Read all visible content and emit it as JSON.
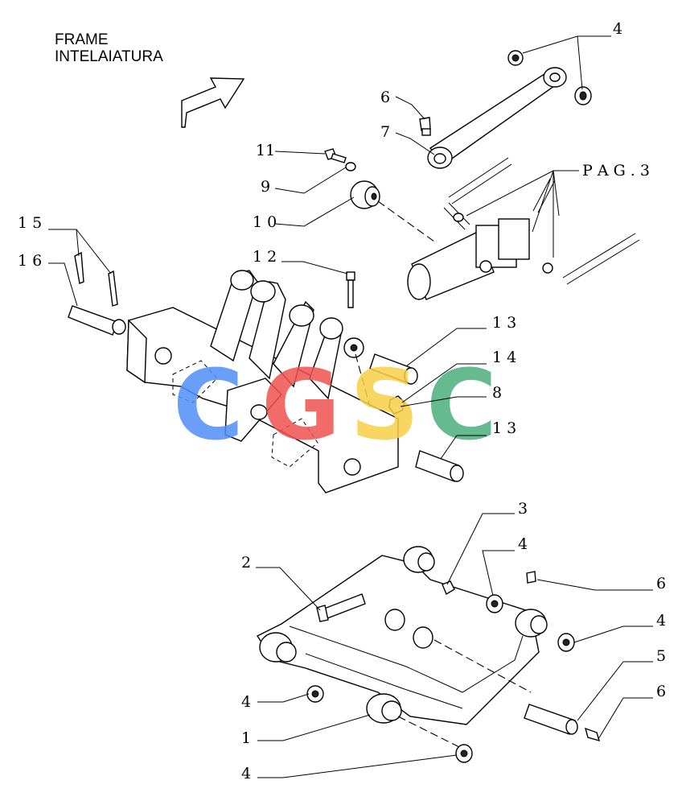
{
  "header": {
    "title_en": "FRAME",
    "title_it": "INTELAIATURA"
  },
  "callouts": {
    "c4_top": "4",
    "c6_top": "6",
    "c7": "7",
    "c11": "11",
    "c9": "9",
    "c10": "1 0",
    "pag3": "P A G . 3",
    "c15": "1 5",
    "c16": "1 6",
    "c12": "1 2",
    "c13_a": "1 3",
    "c14": "1 4",
    "c8": "8",
    "c13_b": "1 3",
    "c3": "3",
    "c4_b": "4",
    "c2": "2",
    "c6_b": "6",
    "c4_c": "4",
    "c5": "5",
    "c4_d": "4",
    "c6_c": "6",
    "c1": "1",
    "c4_e": "4"
  },
  "watermark": {
    "letters": [
      "C",
      "G",
      "S",
      "C"
    ],
    "colors": [
      "#4f8ff7",
      "#ef5350",
      "#f7d046",
      "#4caf7d"
    ]
  }
}
